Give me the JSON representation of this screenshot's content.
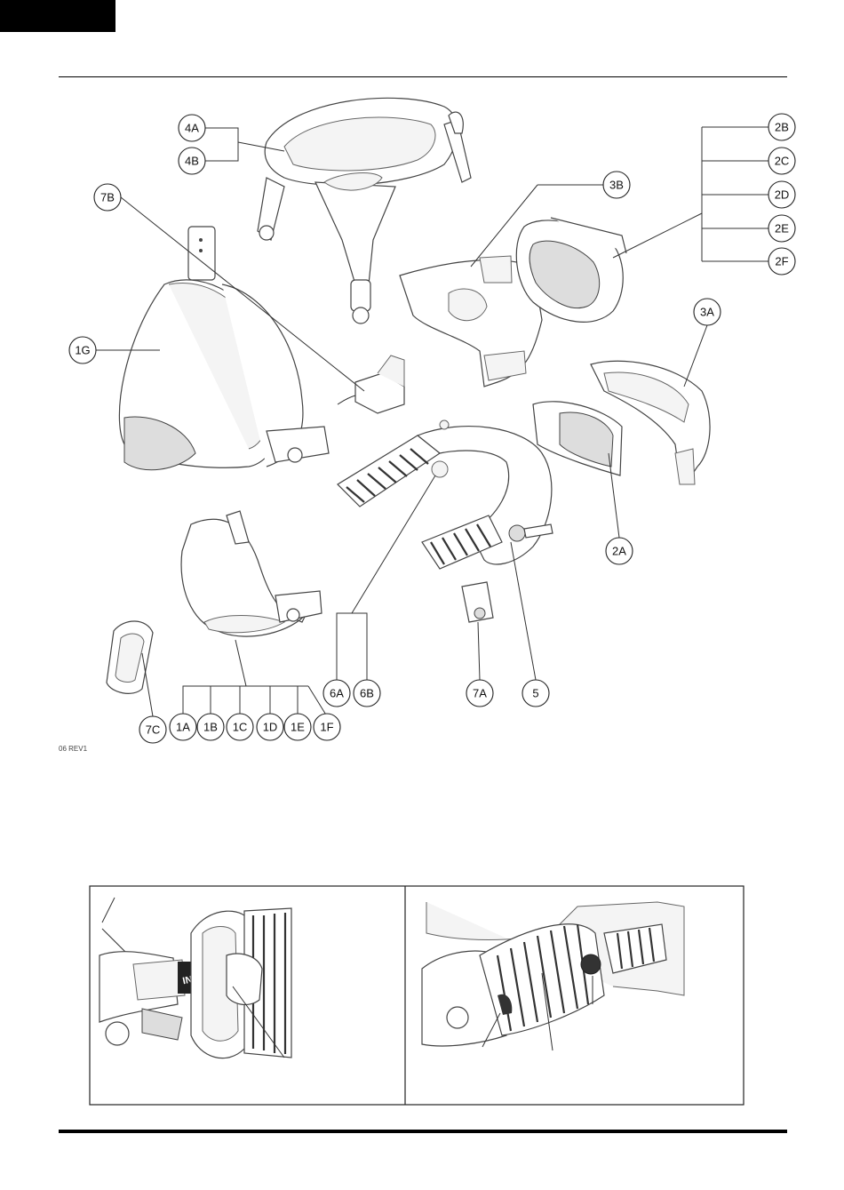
{
  "figure_code": "06 REV1",
  "insert_label": "INSERT",
  "callouts": {
    "c4A": "4A",
    "c4B": "4B",
    "c7B": "7B",
    "c3B": "3B",
    "c2B": "2B",
    "c2C": "2C",
    "c2D": "2D",
    "c2E": "2E",
    "c2F": "2F",
    "c1G": "1G",
    "c3A": "3A",
    "c2A": "2A",
    "c6A": "6A",
    "c6B": "6B",
    "c7A": "7A",
    "c5": "5",
    "c7C": "7C",
    "c1A": "1A",
    "c1B": "1B",
    "c1C": "1C",
    "c1D": "1D",
    "c1E": "1E",
    "c1F": "1F"
  }
}
